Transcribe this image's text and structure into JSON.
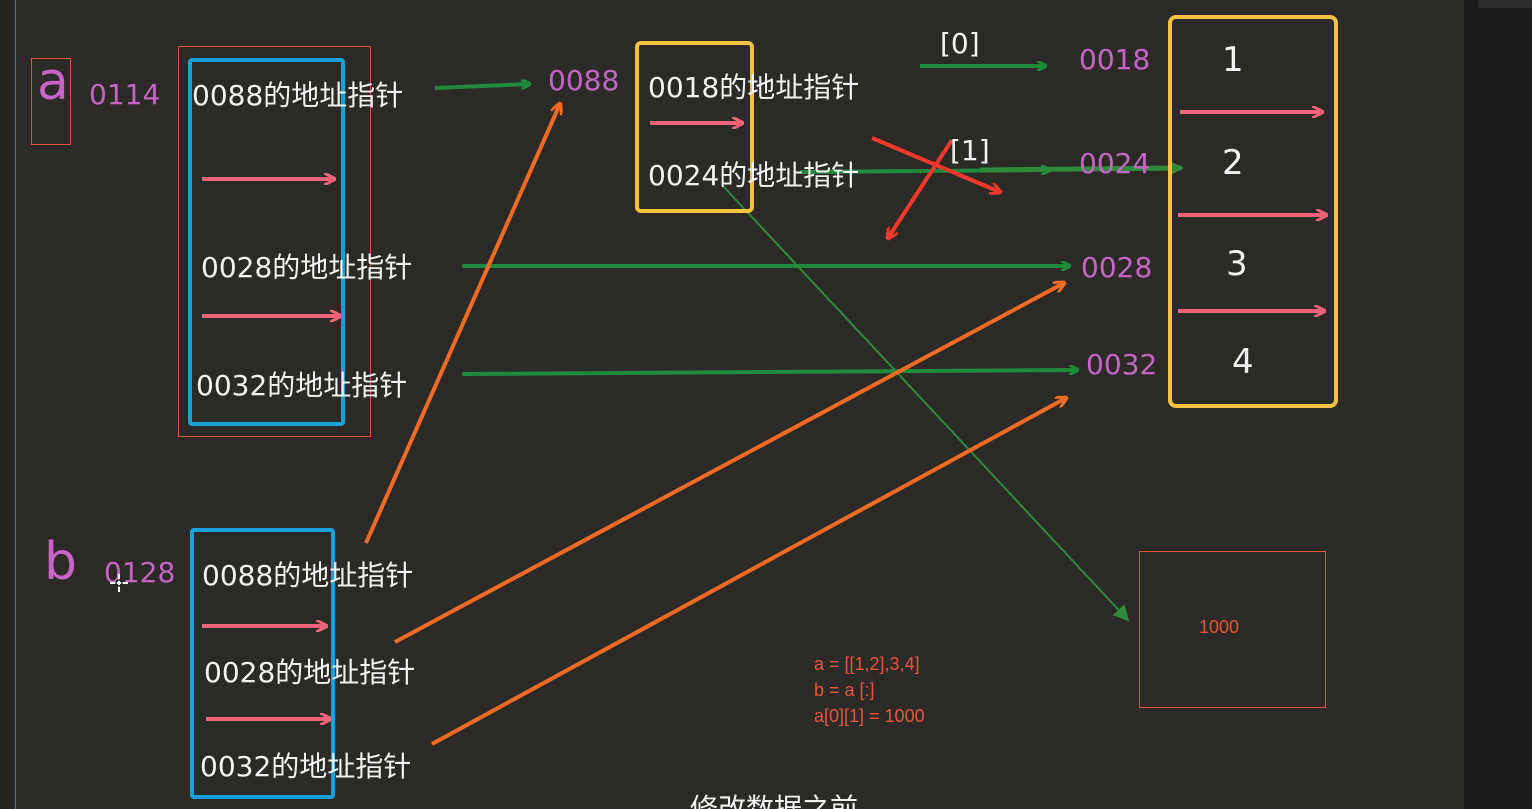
{
  "var_a": {
    "name": "a",
    "address": "0114"
  },
  "var_b": {
    "name": "b",
    "address": "0128"
  },
  "list_a": [
    "0088的地址指针",
    "0028的地址指针",
    "0032的地址指针"
  ],
  "list_b": [
    "0088的地址指针",
    "0028的地址指针",
    "0032的地址指针"
  ],
  "inner_list": {
    "address": "0088",
    "items": [
      "0018的地址指针",
      "0024的地址指针"
    ]
  },
  "index_labels": [
    "[0]",
    "[1]"
  ],
  "value_addresses": [
    "0018",
    "0024",
    "0028",
    "0032"
  ],
  "values": [
    "1",
    "2",
    "3",
    "4"
  ],
  "new_value": "1000",
  "code_lines": [
    "a = [[1,2],3,4]",
    "b = a [:]",
    "a[0][1] = 1000"
  ],
  "caption": "修改数据之前",
  "colors": {
    "background": "#2b2a26",
    "cyan_box": "#1aa1da",
    "yellow_box": "#f5c242",
    "red_outline": "#e5533a",
    "green_arrow": "#1f8a3c",
    "orange_arrow": "#f26b26",
    "pink_arrow": "#f0637a",
    "red_arrow": "#f0392b",
    "address_text": "#c566c6"
  }
}
